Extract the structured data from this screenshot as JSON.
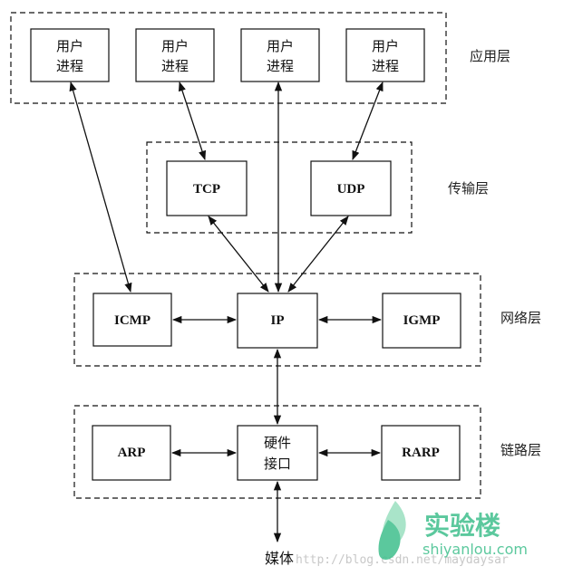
{
  "layers": {
    "application": "应用层",
    "transport": "传输层",
    "network": "网络层",
    "link": "链路层"
  },
  "nodes": {
    "user_process_line1": "用户",
    "user_process_line2": "进程",
    "tcp": "TCP",
    "udp": "UDP",
    "icmp": "ICMP",
    "ip": "IP",
    "igmp": "IGMP",
    "arp": "ARP",
    "hw_line1": "硬件",
    "hw_line2": "接口",
    "rarp": "RARP"
  },
  "media": "媒体",
  "watermark": "http://blog.csdn.net/maydaysar",
  "logo": {
    "cn": "实验楼",
    "en": "shiyanlou.com"
  },
  "colors": {
    "line": "#111111",
    "logo": "#3fbf8c"
  }
}
